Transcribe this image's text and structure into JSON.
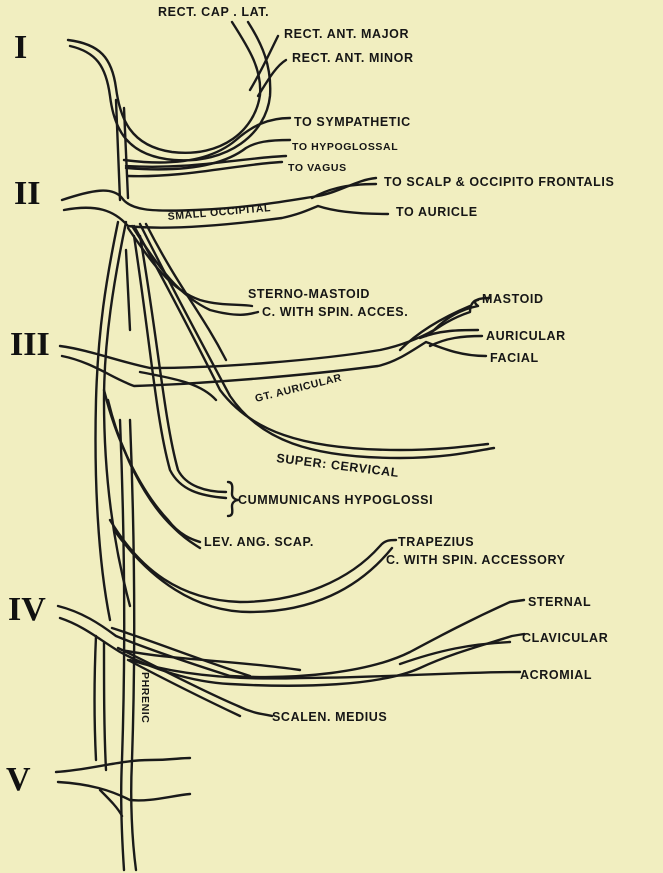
{
  "roots": [
    "I",
    "II",
    "III",
    "IV",
    "V"
  ],
  "labels": {
    "rect_cap_lat": "RECT. CAP . LAT.",
    "rect_ant_major": "RECT. ANT. MAJOR",
    "rect_ant_minor": "RECT. ANT. MINOR",
    "to_sympathetic": "TO SYMPATHETIC",
    "to_hypoglossal": "TO HYPOGLOSSAL",
    "to_vagus": "TO VAGUS",
    "to_scalp": "TO SCALP & OCCIPITO FRONTALIS",
    "small_occipital": "SMALL OCCIPITAL",
    "to_auricle": "TO AURICLE",
    "sterno_mastoid": "STERNO-MASTOID",
    "c_with_spin_acces": "C. WITH SPIN. ACCES.",
    "mastoid": "MASTOID",
    "auricular": "AURICULAR",
    "facial": "FACIAL",
    "gt_auricular": "GT. AURICULAR",
    "super_cervical": "SUPER: CERVICAL",
    "communicans_hypoglossi": "CUMMUNICANS HYPOGLOSSI",
    "lev_ang_scap": "LEV. ANG. SCAP.",
    "trapezius": "TRAPEZIUS",
    "c_with_spin_accessory": "C. WITH SPIN. ACCESSORY",
    "sternal": "STERNAL",
    "clavicular": "CLAVICULAR",
    "acromial": "ACROMIAL",
    "scalen_medius": "SCALEN. MEDIUS",
    "phrenic": "PHRENIC"
  }
}
